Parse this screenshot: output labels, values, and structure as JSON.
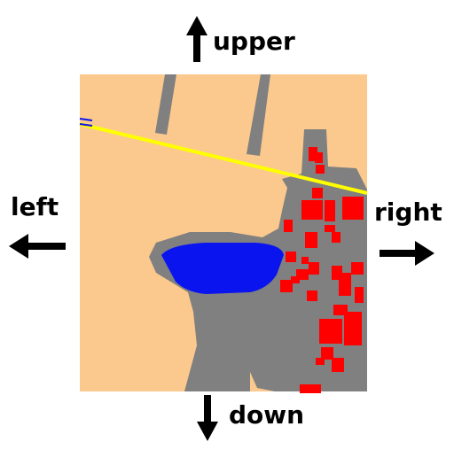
{
  "directions": {
    "upper": "upper",
    "down": "down",
    "left": "left",
    "right": "right"
  },
  "legend_colors": {
    "background": "#ffffff",
    "land": "#fbc98d",
    "road_area": "#808080",
    "water": "#0a14ee",
    "buildings": "#ff0000",
    "main_road": "#ffff00",
    "arrows": "#000000"
  },
  "icons": [
    "arrow-up-icon",
    "arrow-down-icon",
    "arrow-left-icon",
    "arrow-right-icon"
  ]
}
